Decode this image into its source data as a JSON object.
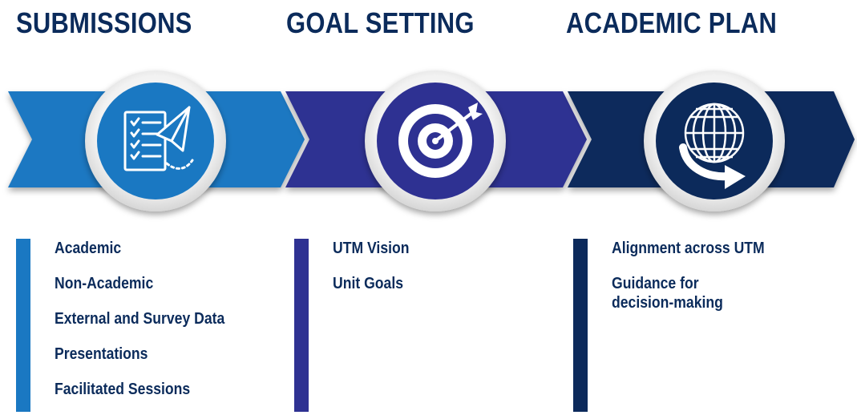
{
  "colors": {
    "stage1": "#1a78c2",
    "stage2": "#2e3192",
    "stage3": "#0c2a5b",
    "text": "#0b2b5b",
    "ring": "#e6e6e6"
  },
  "stages": [
    {
      "title": "SUBMISSIONS",
      "icon": "document-paper-plane-icon",
      "items": [
        "Academic",
        "Non-Academic",
        "External and Survey Data",
        "Presentations",
        "Facilitated Sessions"
      ]
    },
    {
      "title": "GOAL SETTING",
      "icon": "target-dart-icon",
      "items": [
        "UTM Vision",
        "Unit Goals"
      ]
    },
    {
      "title": "ACADEMIC PLAN",
      "icon": "globe-arrow-icon",
      "items": [
        "Alignment across UTM",
        "Guidance for",
        "decision-making"
      ]
    }
  ]
}
